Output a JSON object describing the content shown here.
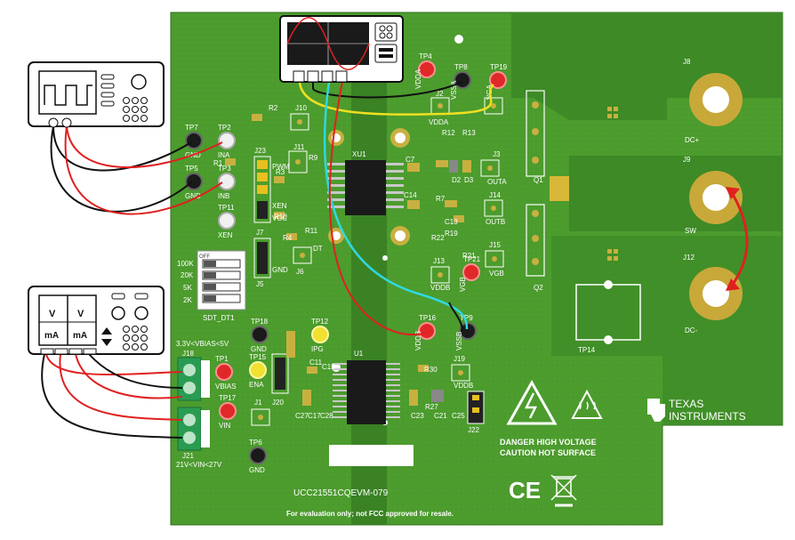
{
  "board": {
    "name": "UCC21551CQEVM-079",
    "disclaimer": "For evaluation only; not FCC approved for resale.",
    "brand_line1": "TEXAS",
    "brand_line2": "INSTRUMENTS",
    "warning_line1": "DANGER HIGH VOLTAGE",
    "warning_line2": "CAUTION HOT SURFACE",
    "ce_mark": "CE",
    "pcb_color": "#4a9a2c",
    "copper_color": "#3b8424",
    "wire_colors": {
      "red": "#e02020",
      "black": "#111111",
      "yellow": "#f0e020",
      "cyan": "#30d8e0"
    }
  },
  "test_points": [
    {
      "id": "TP7",
      "sub": "GND",
      "color": "black"
    },
    {
      "id": "TP2",
      "sub": "INA",
      "color": "white"
    },
    {
      "id": "TP5",
      "sub": "GND",
      "color": "black"
    },
    {
      "id": "TP3",
      "sub": "INB",
      "color": "white"
    },
    {
      "id": "TP11",
      "sub": "XEN",
      "color": "white"
    },
    {
      "id": "TP4",
      "sub": "VDDA",
      "color": "red"
    },
    {
      "id": "TP8",
      "sub": "VSSA",
      "color": "black"
    },
    {
      "id": "TP19",
      "sub": "VGA",
      "color": "red"
    },
    {
      "id": "TP21",
      "sub": "VGB",
      "color": "red"
    },
    {
      "id": "TP16",
      "sub": "VDDB",
      "color": "red"
    },
    {
      "id": "TP9",
      "sub": "VSSB",
      "color": "black"
    },
    {
      "id": "TP18",
      "sub": "GND",
      "color": "black"
    },
    {
      "id": "TP12",
      "sub": "IPG",
      "color": "yellow"
    },
    {
      "id": "TP1",
      "sub": "VBIAS",
      "color": "red"
    },
    {
      "id": "TP15",
      "sub": "ENA",
      "color": "yellow"
    },
    {
      "id": "TP17",
      "sub": "VIN",
      "color": "red"
    },
    {
      "id": "TP6",
      "sub": "GND",
      "color": "black"
    }
  ],
  "connectors": {
    "J8": "J8",
    "J9": "J9",
    "J12": "J12",
    "dc_plus": "DC+",
    "sw": "SW",
    "dc_minus": "DC-",
    "J18": "J18",
    "J21": "J21",
    "bias_range": "3.3V<VBIAS<5V",
    "vin_range": "21V<VIN<27V",
    "J2": "J2",
    "J2_sub": "VDDA",
    "J3": "J3",
    "J3_sub": "OUTA",
    "J14": "J14",
    "J14_sub": "OUTB",
    "J15": "J15",
    "J15_sub": "VGB",
    "J13": "J13",
    "J13_sub": "VDDB",
    "J19": "J19",
    "J19_sub": "VDDB",
    "J22": "J22",
    "J10": "J10",
    "J11": "J11",
    "J23": "J23",
    "J7": "J7",
    "J6": "J6",
    "J5": "J5",
    "J1": "J1",
    "J20": "J20",
    "Q1": "Q1",
    "Q2": "Q2",
    "TP14": "TP14",
    "XU1": "XU1",
    "U1": "U1"
  },
  "silkscreen": {
    "R2": "R2",
    "R1": "R1",
    "R3": "R3",
    "R9": "R9",
    "R10": "R10",
    "R11": "R11",
    "R4": "R4",
    "R12": "R12",
    "R13": "R13",
    "R7": "R7",
    "R19": "R19",
    "R21": "R21",
    "R22": "R22",
    "R30": "R30",
    "R27": "R27",
    "C7": "C7",
    "C14": "C14",
    "C13": "C13",
    "C11": "C11",
    "C15": "C15",
    "C17": "C17",
    "C21": "C21",
    "C23": "C23",
    "C25": "C25",
    "C27": "C27",
    "C28": "C28",
    "D2": "D2",
    "D3": "D3",
    "dt": "DT",
    "ina_l": "INA",
    "inb_l": "INB",
    "pwm": "PWM",
    "vcc": "VCC",
    "gnd": "GND",
    "xen": "XEN",
    "sw_title": "SDT_DT1",
    "sw_top": "OFF",
    "sw_100k": "100K",
    "sw_20k": "20K",
    "sw_5k": "5K",
    "sw_2k": "2K"
  },
  "instruments": {
    "power_supply_v1": "V",
    "power_supply_v2": "V",
    "power_supply_ma1": "mA",
    "power_supply_ma2": "mA"
  }
}
